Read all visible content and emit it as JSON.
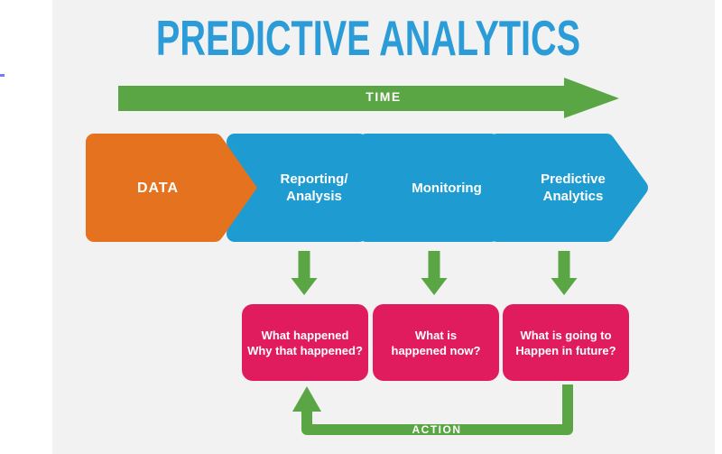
{
  "canvas": {
    "bg": "#ffffff",
    "panel_bg": "#f2f2f2"
  },
  "title": {
    "text": "PREDICTIVE ANALYTICS",
    "color": "#2b9cd8"
  },
  "time_arrow": {
    "label": "TIME",
    "color": "#5aa645"
  },
  "stages": [
    {
      "lines": [
        "DATA"
      ],
      "color": "#e5721f"
    },
    {
      "lines": [
        "Reporting/",
        "Analysis"
      ],
      "color": "#1e9bd0"
    },
    {
      "lines": [
        "Monitoring"
      ],
      "color": "#1e9bd0"
    },
    {
      "lines": [
        "Predictive",
        "Analytics"
      ],
      "color": "#1e9bd0"
    }
  ],
  "flow_arrows": {
    "color": "#5aa645"
  },
  "questions": [
    {
      "lines": [
        "What happened",
        "Why that happened?"
      ],
      "color": "#e01c5e"
    },
    {
      "lines": [
        "What is",
        "happened now?"
      ],
      "color": "#e01c5e"
    },
    {
      "lines": [
        "What is going to",
        "Happen in future?"
      ],
      "color": "#e01c5e"
    }
  ],
  "action_arrow": {
    "label": "ACTION",
    "color": "#5aa645"
  },
  "artifact": {
    "color": "#7a7af5"
  }
}
